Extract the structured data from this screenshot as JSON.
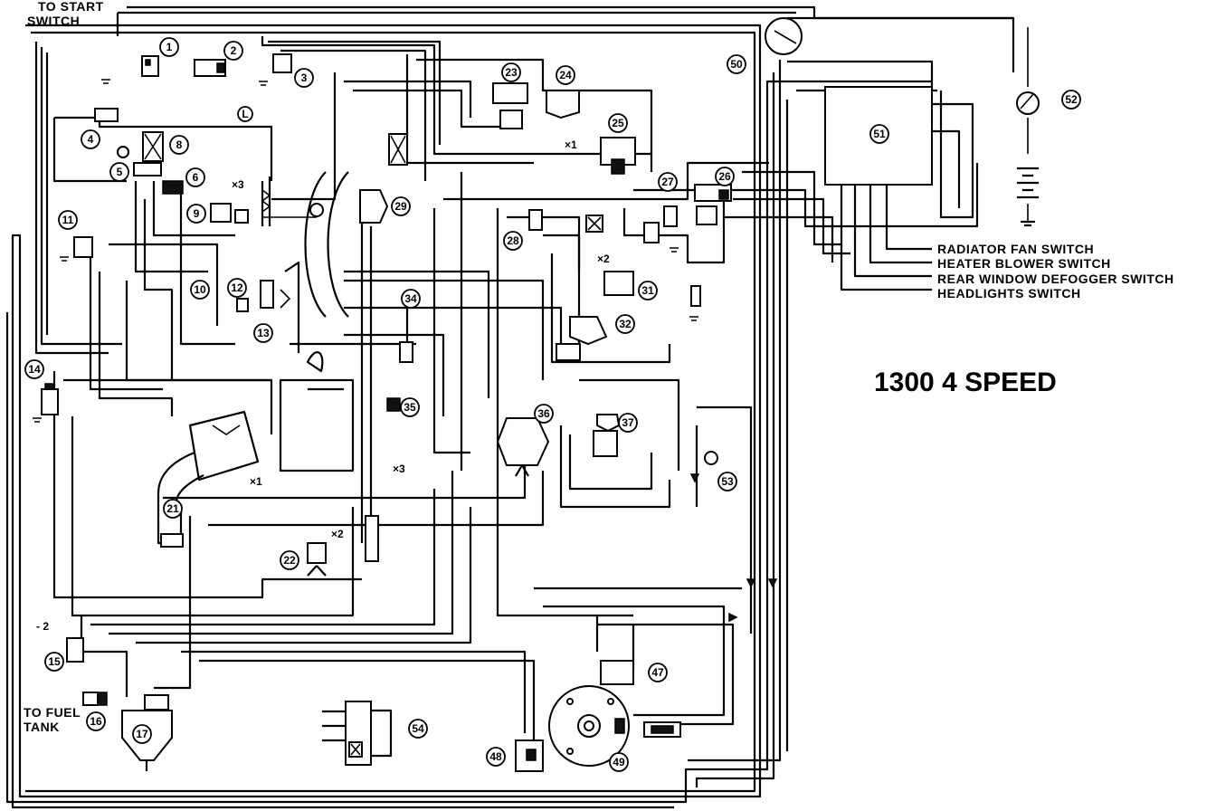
{
  "labels": {
    "to_start_switch_1": "TO START",
    "to_start_switch_2": "SWITCH",
    "to_fuel_tank_1": "TO FUEL",
    "to_fuel_tank_2": "TANK",
    "radiator_fan_switch": "RADIATOR FAN SWITCH",
    "heater_blower_switch": "HEATER BLOWER SWITCH",
    "rear_window_defogger_switch": "REAR WINDOW DEFOGGER SWITCH",
    "headlights_switch": "HEADLIGHTS SWITCH",
    "title": "1300  4 SPEED",
    "mark_x1a": "×1",
    "mark_x1b": "×1",
    "mark_x2a": "×2",
    "mark_x2b": "×2",
    "mark_x2c": "- 2",
    "mark_x3a": "×3",
    "mark_x3b": "×3",
    "mark_L": "L"
  },
  "callouts": [
    "1",
    "2",
    "3",
    "4",
    "5",
    "6",
    "8",
    "9",
    "10",
    "11",
    "12",
    "13",
    "14",
    "15",
    "16",
    "17",
    "21",
    "22",
    "23",
    "24",
    "25",
    "26",
    "27",
    "28",
    "29",
    "31",
    "32",
    "34",
    "35",
    "36",
    "37",
    "47",
    "48",
    "49",
    "50",
    "51",
    "52",
    "53",
    "54"
  ]
}
